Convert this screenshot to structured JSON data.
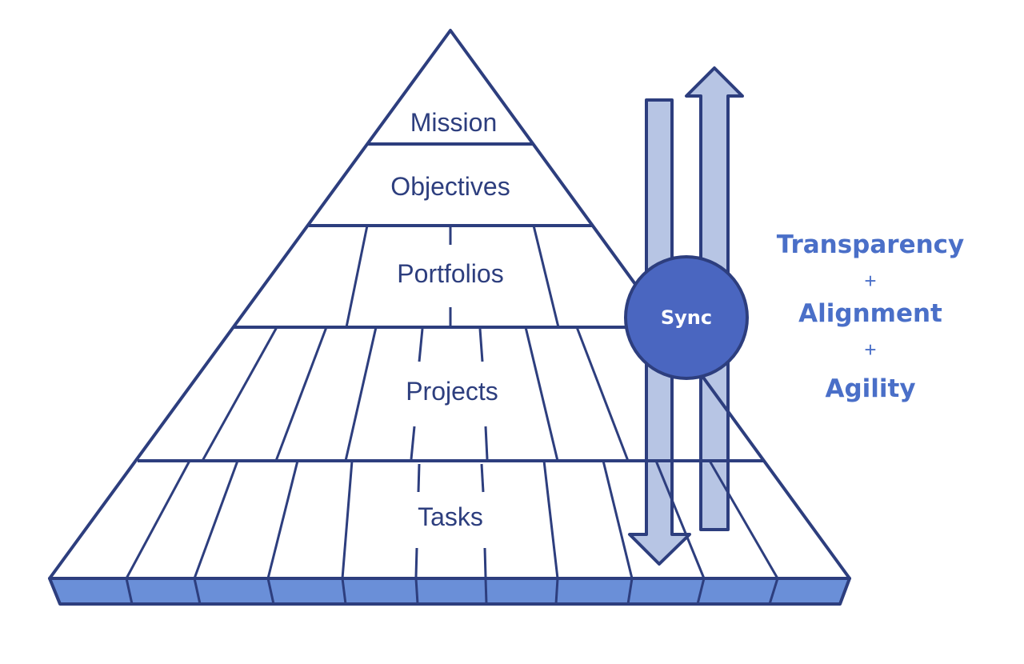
{
  "pyramid": {
    "tiers": [
      {
        "id": "mission",
        "label": "Mission"
      },
      {
        "id": "objectives",
        "label": "Objectives"
      },
      {
        "id": "portfolios",
        "label": "Portfolios"
      },
      {
        "id": "projects",
        "label": "Projects"
      },
      {
        "id": "tasks",
        "label": "Tasks"
      }
    ]
  },
  "sync": {
    "label": "Sync"
  },
  "values": {
    "items": [
      "Transparency",
      "Alignment",
      "Agility"
    ],
    "separator": "+"
  },
  "colors": {
    "outline": "#2d3e7e",
    "base_fill": "#6a8fd8",
    "arrow_fill": "#b7c5e4",
    "sync_fill": "#4a66c0",
    "accent_text": "#4a6fc8"
  }
}
